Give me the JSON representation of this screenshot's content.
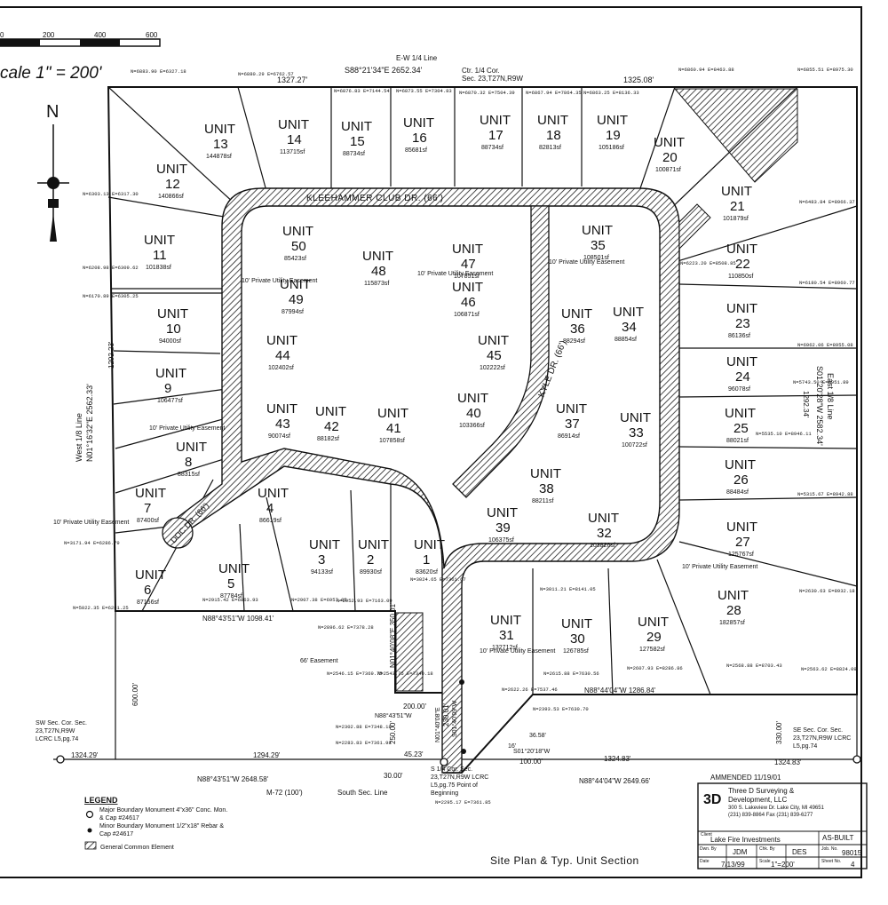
{
  "scale_bar": {
    "ticks": [
      "0",
      "200",
      "400",
      "600"
    ],
    "label": "cale 1\" = 200'"
  },
  "north_label": "N",
  "top_labels": {
    "quarter_line": "E-W 1/4 Line",
    "top_bearing": "S88°21'34\"E 2652.34'",
    "top_left_dist": "1327.27'",
    "top_right_dist": "1325.08'",
    "ctr_cor": "Ctr. 1/4 Cor.",
    "ctr_sec": "Sec. 23,T27N,R9W"
  },
  "roads": {
    "kleehammer": "KLEEHAMMER CLUB DR. (66')",
    "kyle": "KYLE DR. (66')",
    "doc": "DOC DR. (66')"
  },
  "units": [
    {
      "name": "UNIT",
      "num": "1",
      "area": "83620sf"
    },
    {
      "name": "UNIT",
      "num": "2",
      "area": "89930sf"
    },
    {
      "name": "UNIT",
      "num": "3",
      "area": "94133sf"
    },
    {
      "name": "UNIT",
      "num": "4",
      "area": "86619sf"
    },
    {
      "name": "UNIT",
      "num": "5",
      "area": "87784sf"
    },
    {
      "name": "UNIT",
      "num": "6",
      "area": "87156sf"
    },
    {
      "name": "UNIT",
      "num": "7",
      "area": "87400sf"
    },
    {
      "name": "UNIT",
      "num": "8",
      "area": "88315sf"
    },
    {
      "name": "UNIT",
      "num": "9",
      "area": "106477sf"
    },
    {
      "name": "UNIT",
      "num": "10",
      "area": "94000sf"
    },
    {
      "name": "UNIT",
      "num": "11",
      "area": "101838sf"
    },
    {
      "name": "UNIT",
      "num": "12",
      "area": "140866sf"
    },
    {
      "name": "UNIT",
      "num": "13",
      "area": "144878sf"
    },
    {
      "name": "UNIT",
      "num": "14",
      "area": "113715sf"
    },
    {
      "name": "UNIT",
      "num": "15",
      "area": "88734sf"
    },
    {
      "name": "UNIT",
      "num": "16",
      "area": "85681sf"
    },
    {
      "name": "UNIT",
      "num": "17",
      "area": "88734sf"
    },
    {
      "name": "UNIT",
      "num": "18",
      "area": "82813sf"
    },
    {
      "name": "UNIT",
      "num": "19",
      "area": "105186sf"
    },
    {
      "name": "UNIT",
      "num": "20",
      "area": "100871sf"
    },
    {
      "name": "UNIT",
      "num": "21",
      "area": "101879sf"
    },
    {
      "name": "UNIT",
      "num": "22",
      "area": "110850sf"
    },
    {
      "name": "UNIT",
      "num": "23",
      "area": "86136sf"
    },
    {
      "name": "UNIT",
      "num": "24",
      "area": "96078sf"
    },
    {
      "name": "UNIT",
      "num": "25",
      "area": "88021sf"
    },
    {
      "name": "UNIT",
      "num": "26",
      "area": "88484sf"
    },
    {
      "name": "UNIT",
      "num": "27",
      "area": "125767sf"
    },
    {
      "name": "UNIT",
      "num": "28",
      "area": "182857sf"
    },
    {
      "name": "UNIT",
      "num": "29",
      "area": "127582sf"
    },
    {
      "name": "UNIT",
      "num": "30",
      "area": "126785sf"
    },
    {
      "name": "UNIT",
      "num": "31",
      "area": "132712sf"
    },
    {
      "name": "UNIT",
      "num": "32",
      "area": "103826sf"
    },
    {
      "name": "UNIT",
      "num": "33",
      "area": "100722sf"
    },
    {
      "name": "UNIT",
      "num": "34",
      "area": "88854sf"
    },
    {
      "name": "UNIT",
      "num": "35",
      "area": "108501sf"
    },
    {
      "name": "UNIT",
      "num": "36",
      "area": "88294sf"
    },
    {
      "name": "UNIT",
      "num": "37",
      "area": "86914sf"
    },
    {
      "name": "UNIT",
      "num": "38",
      "area": "88211sf"
    },
    {
      "name": "UNIT",
      "num": "39",
      "area": "106375sf"
    },
    {
      "name": "UNIT",
      "num": "40",
      "area": "103366sf"
    },
    {
      "name": "UNIT",
      "num": "41",
      "area": "107858sf"
    },
    {
      "name": "UNIT",
      "num": "42",
      "area": "88182sf"
    },
    {
      "name": "UNIT",
      "num": "43",
      "area": "90074sf"
    },
    {
      "name": "UNIT",
      "num": "44",
      "area": "102402sf"
    },
    {
      "name": "UNIT",
      "num": "45",
      "area": "102222sf"
    },
    {
      "name": "UNIT",
      "num": "46",
      "area": "106871sf"
    },
    {
      "name": "UNIT",
      "num": "47",
      "area": "107851sf"
    },
    {
      "name": "UNIT",
      "num": "48",
      "area": "115873sf"
    },
    {
      "name": "UNIT",
      "num": "49",
      "area": "87994sf"
    },
    {
      "name": "UNIT",
      "num": "50",
      "area": "85423sf"
    }
  ],
  "easements": {
    "e10_a": "10' Private Utility Easement",
    "e10_b": "10' Private Utility Easement",
    "e10_c": "10' Private Utility Easement",
    "e10_d": "10' Private Utility Easement",
    "e10_e": "10' Private Utility Easement",
    "e66": "66' Easement",
    "e10_31": "10' Private Utility Easement",
    "e10_32": "10' Private Utility Easement"
  },
  "coords": [
    "N=6883.90 E=6327.18",
    "N=6880.29 E=6762.57",
    "N=6876.83 E=7144.54",
    "N=6873.55 E=7304.83",
    "N=6870.32 E=7504.39",
    "N=6867.94 E=7864.35",
    "N=6863.25 E=8136.33",
    "N=6860.94 E=8463.88",
    "N=6855.51 E=8975.30",
    "N=6303.13 E=6317.30",
    "N=6483.84 E=8966.37",
    "N=6223.20 E=8508.85",
    "N=6180.54 E=8960.77",
    "N=6208.98 E=6309.62",
    "N=6170.89 E=6305.25",
    "N=6962.06 E=8955.08",
    "N=5743.50 E=8951.89",
    "N=5535.10 E=8946.11",
    "N=5315.67 E=8942.88",
    "N=5022.35 E=6281.25",
    "N=2630.63 E=8932.18",
    "N=2563.62 E=8824.09",
    "N=2568.88 E=8703.43",
    "N=3024.65 E=7361.67",
    "N=2952.93 E=7163.09",
    "N=2907.38 E=6957.85",
    "N=2915.42 E=6863.93",
    "N=3171.94 E=6286.79",
    "N=2615.88 E=7630.56",
    "N=2607.93 E=8286.86",
    "N=3011.21 E=8141.05",
    "N=2543.75 E=7340.18",
    "N=2302.88 E=7348.18",
    "N=2283.83 E=7361.98",
    "N=2393.53 E=7630.70",
    "N=2295.17 E=7361.85",
    "N=2622.26 E=7537.46",
    "N=2546.15 E=7369.75",
    "N=2896.62 E=7378.28"
  ],
  "bearings": {
    "west_line": "N01°16'32\"E 2562.33'",
    "west_label": "West 1/8 Line",
    "west_dist": "1292.23'",
    "east_line": "S01°20'28\"W 2582.34'",
    "east_label": "East 1/8 Line",
    "east_dist": "1292.34'",
    "bottom_left": "N88°43'51\"W 1098.41'",
    "bottom_mid": "N01°40'08\"E 350.01'",
    "bottom_right": "N88°44'04\"W 1286.84'",
    "dist_600": "600.00'",
    "dist_200": "200.00'",
    "dist_250": "250.00'",
    "dist_230": "230.01'",
    "b_250": "N01°40'08\"E",
    "b_230": "S01°40'09\"W",
    "b_n88": "N88°43'51\"W",
    "b_s01": "S01°20'18\"W",
    "dist_100": "100.00'",
    "dist_3458": "36.58'",
    "dist_4523": "45.23'",
    "dist_30": "30.00'",
    "dist_16": "16'",
    "dist_1294": "1294.29'",
    "dist_1324a": "1324.29'",
    "dist_1324b": "1324.83'",
    "dist_1324c": "1324.83'",
    "south_bearing": "N88°43'51\"W 2648.58'",
    "south_bearing2": "N88°44'04\"W 2649.66'",
    "m72": "M-72 (100')",
    "south_line": "South Sec. Line",
    "dist_330": "330.00'"
  },
  "corners": {
    "sw": "SW Sec. Cor. Sec. 23,T27N,R9W LCRC L5,pg.74",
    "s14": "S 1/4 Cor. Sec. 23,T27N,R9W LCRC L5,pg.75 Point of Beginning",
    "se": "SE Sec. Cor. Sec. 23,T27N,R9W LCRC L5,pg.74"
  },
  "legend": {
    "title": "LEGEND",
    "item1": "Major Boundary Monument 4\"x36\" Conc. Mon. & Cap #24617",
    "item2": "Minor Boundary Monument 1/2\"x18\" Rebar & Cap #24617",
    "item3": "General Common Element"
  },
  "title_block": {
    "amended": "AMMENDED 11/19/01",
    "logo": "3D",
    "firm": "Three D Surveying & Development, LLC",
    "addr": "300 S. Lakeview Dr. Lake City, MI 49651",
    "phone": "(231) 839-8864  Fax (231) 839-6277",
    "client_label": "Client",
    "client": "Lake Fire Investments",
    "status": "AS-BUILT",
    "dwn_label": "Dwn. By",
    "dwn": "JDM",
    "chk_label": "Chk. By",
    "chk": "DES",
    "job_label": "Job. No.",
    "job": "98015",
    "date_label": "Date",
    "date": "7/13/99",
    "scale_label": "Scale",
    "scale": "1\"=200'",
    "sheet_label": "Sheet No.",
    "sheet": "4"
  },
  "sheet_title": "Site Plan & Typ. Unit Section"
}
